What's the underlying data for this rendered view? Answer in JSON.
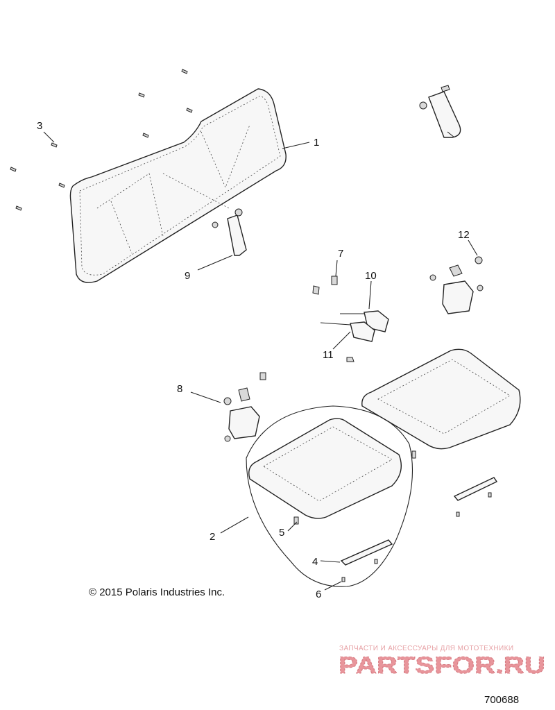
{
  "callouts": [
    "1",
    "2",
    "3",
    "4",
    "5",
    "6",
    "7",
    "8",
    "9",
    "10",
    "11",
    "12"
  ],
  "copyright": "© 2015 Polaris Industries Inc.",
  "watermark": {
    "tagline": "ЗАПЧАСТИ И АКСЕССУАРЫ ДЛЯ МОТОТЕХНИКИ",
    "logo": "PARTSFOR.RU",
    "color": "#e8959b"
  },
  "diagram_number": "700688"
}
